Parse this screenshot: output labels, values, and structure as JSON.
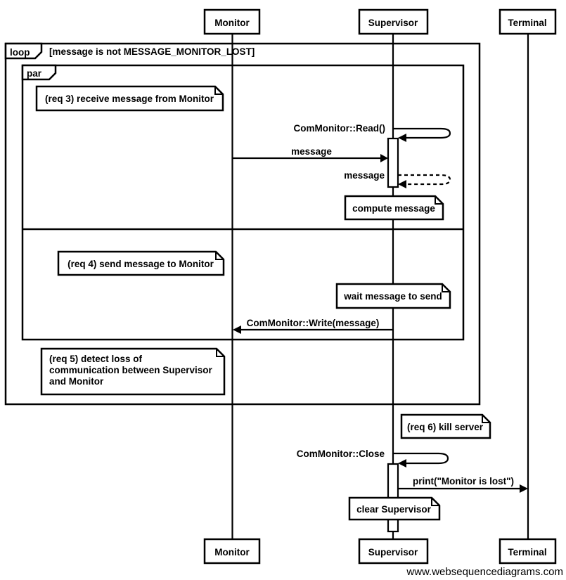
{
  "participants": {
    "monitor": "Monitor",
    "supervisor": "Supervisor",
    "terminal": "Terminal"
  },
  "frames": {
    "loop": {
      "label": "loop",
      "condition": "[message is not MESSAGE_MONITOR_LOST]"
    },
    "par": {
      "label": "par"
    }
  },
  "notes": {
    "req3": "(req 3) receive message from Monitor",
    "compute": "compute message",
    "req4": "(req 4) send message to Monitor",
    "wait_send": "wait message to send",
    "req5_lines": [
      "(req 5) detect loss of",
      "communication between Supervisor",
      "and Monitor"
    ],
    "req6": "(req 6) kill server",
    "clear": "clear Supervisor"
  },
  "messages": {
    "read": "ComMonitor::Read()",
    "incoming": "message",
    "returned": "message",
    "write": "ComMonitor::Write(message)",
    "close": "ComMonitor::Close",
    "print": "print(\"Monitor is lost\")"
  },
  "watermark": "www.websequencediagrams.com",
  "colors": {
    "stroke": "#000000",
    "background": "#ffffff"
  }
}
